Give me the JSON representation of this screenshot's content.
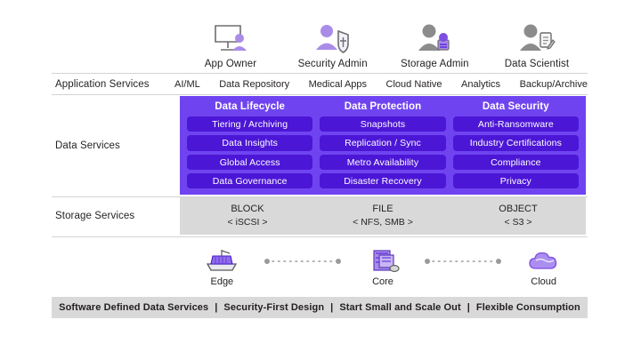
{
  "personas": [
    {
      "label": "App Owner",
      "icon": "monitor-user-icon"
    },
    {
      "label": "Security Admin",
      "icon": "user-shield-icon"
    },
    {
      "label": "Storage Admin",
      "icon": "user-storage-icon"
    },
    {
      "label": "Data Scientist",
      "icon": "user-clipboard-icon"
    }
  ],
  "rows": {
    "application_services": {
      "label": "Application Services",
      "items": [
        "AI/ML",
        "Data Repository",
        "Medical Apps",
        "Cloud Native",
        "Analytics",
        "Backup/Archive"
      ]
    },
    "data_services": {
      "label": "Data Services",
      "columns": [
        {
          "title": "Data Lifecycle",
          "items": [
            "Tiering / Archiving",
            "Data Insights",
            "Global Access",
            "Data Governance"
          ]
        },
        {
          "title": "Data Protection",
          "items": [
            "Snapshots",
            "Replication / Sync",
            "Metro Availability",
            "Disaster Recovery"
          ]
        },
        {
          "title": "Data Security",
          "items": [
            "Anti-Ransomware",
            "Industry Certifications",
            "Compliance",
            "Privacy"
          ]
        }
      ]
    },
    "storage_services": {
      "label": "Storage Services",
      "cells": [
        {
          "title": "BLOCK",
          "protocols": "< iSCSI >"
        },
        {
          "title": "FILE",
          "protocols": "< NFS, SMB >"
        },
        {
          "title": "OBJECT",
          "protocols": "< S3 >"
        }
      ]
    }
  },
  "deployment": {
    "nodes": [
      {
        "label": "Edge",
        "icon": "shipping-container-icon"
      },
      {
        "label": "Core",
        "icon": "server-stack-icon"
      },
      {
        "label": "Cloud",
        "icon": "cloud-icon"
      }
    ]
  },
  "tagline": {
    "separator": "|",
    "segments": [
      "Software Defined Data Services",
      "Security-First Design",
      "Start Small and Scale Out",
      "Flexible Consumption"
    ]
  },
  "colors": {
    "panel_purple": "#6F44F0",
    "pill_purple": "#4C16D6",
    "band_gray": "#D9D9D9",
    "rule_gray": "#D2D2D2",
    "icon_purple": "#9B7BE8",
    "icon_gray": "#6E6E6E",
    "text": "#231F20"
  }
}
